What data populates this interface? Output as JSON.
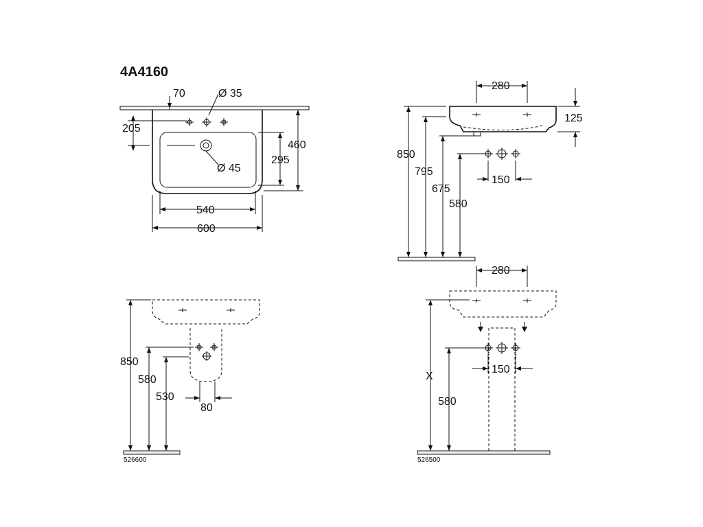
{
  "title": "4A4160",
  "colors": {
    "line": "#111111",
    "background": "#ffffff",
    "wall_fill": "#f2f2f2"
  },
  "top_view": {
    "dims": {
      "tap_offset": "70",
      "tap_hole": "Ø 35",
      "tap_depth": "205",
      "total_depth": "460",
      "bowl_depth": "295",
      "drain_hole": "Ø 45",
      "bowl_width": "540",
      "total_width": "600"
    }
  },
  "side_view": {
    "dims": {
      "bracket_spacing": "280",
      "basin_height": "125",
      "rim_height": "850",
      "underside_height": "795",
      "trap_height": "675",
      "supply_height": "580",
      "supply_spacing": "150"
    }
  },
  "half_pedestal_view": {
    "product_code": "526600",
    "dims": {
      "rim_height": "850",
      "supply_height": "580",
      "pedestal_bottom": "530",
      "pedestal_width": "80"
    }
  },
  "pedestal_view": {
    "product_code": "526500",
    "dims": {
      "bracket_spacing": "280",
      "rim_height": "X",
      "supply_spacing": "150",
      "supply_height": "580"
    }
  }
}
